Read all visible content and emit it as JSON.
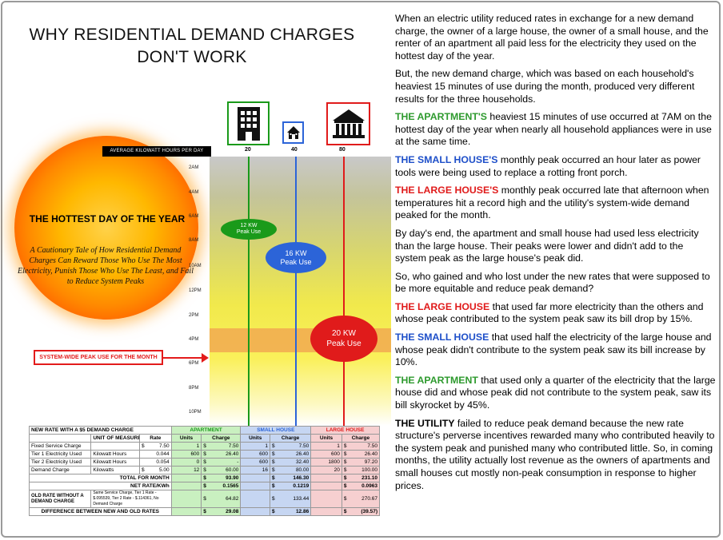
{
  "title_line1": "WHY RESIDENTIAL DEMAND CHARGES",
  "title_line2": "DON'T WORK",
  "sun": {
    "title": "THE HOTTEST DAY OF THE YEAR",
    "subtitle": "A Cautionary Tale of How Residential  Demand Charges Can Reward Those Who Use The Most Electricity, Punish Those Who Use The Least, and Fail to Reduce System Peaks"
  },
  "chart": {
    "kwh_label": "AVERAGE KILOWATT HOURS PER DAY",
    "kwh_values": [
      "20",
      "40",
      "80"
    ],
    "times": [
      "2AM",
      "4AM",
      "6AM",
      "8AM",
      "10AM",
      "12PM",
      "2PM",
      "4PM",
      "6PM",
      "8PM",
      "10PM"
    ],
    "bubbles": {
      "apartment_kw": "12 KW",
      "apartment_sub": "Peak Use",
      "small_kw": "16 KW",
      "small_sub": "Peak Use",
      "large_kw": "20 KW",
      "large_sub": "Peak Use"
    },
    "system_peak_label": "SYSTEM-WIDE PEAK USE FOR THE MONTH",
    "colors": {
      "apartment": "#1a9a1a",
      "small_house": "#2c64d8",
      "large_house": "#e01b1b"
    }
  },
  "icons": {
    "apartment": "apartment-building-icon",
    "small_house": "small-house-icon",
    "large_house": "large-house-icon"
  },
  "table": {
    "header": "NEW RATE WITH A $5 DEMAND CHARGE",
    "apartment": "APARTMENT",
    "small_house": "SMALL HOUSE",
    "large_house": "LARGE HOUSE",
    "unit_of_measure": "UNIT OF MEASURE",
    "rate": "Rate",
    "units": "Units",
    "charge": "Charge",
    "rows": [
      {
        "label": "Fixed Service Charge",
        "unit": "",
        "rate_sym": "$",
        "rate": "7.50",
        "a_units": "1",
        "a_charge": "7.50",
        "s_units": "1",
        "s_charge": "7.50",
        "l_units": "1",
        "l_charge": "7.50"
      },
      {
        "label": "Tier 1 Electricity Used",
        "unit": "Kilowatt Hours",
        "rate_sym": "",
        "rate": "0.044",
        "a_units": "600",
        "a_charge": "26.40",
        "s_units": "600",
        "s_charge": "26.40",
        "l_units": "600",
        "l_charge": "26.40"
      },
      {
        "label": "Tier 2 Electricity Used",
        "unit": "Kilowatt Hours",
        "rate_sym": "",
        "rate": "0.054",
        "a_units": "0",
        "a_charge": "-",
        "s_units": "600",
        "s_charge": "32.40",
        "l_units": "1800",
        "l_charge": "97.20"
      },
      {
        "label": "Demand Charge",
        "unit": "Kilowatts",
        "rate_sym": "$",
        "rate": "5.00",
        "a_units": "12",
        "a_charge": "60.00",
        "s_units": "16",
        "s_charge": "80.00",
        "l_units": "20",
        "l_charge": "100.00"
      }
    ],
    "total_label": "TOTAL FOR MONTH",
    "total": {
      "a": "93.90",
      "s": "146.30",
      "l": "231.10"
    },
    "net_label": "NET RATE/KWh",
    "net": {
      "a": "0.1565",
      "s": "0.1219",
      "l": "0.0963"
    },
    "old_label": "OLD RATE WITHOUT A DEMAND CHARGE",
    "old_desc": "Same Service Charge, Tier 1 Rate - $.095539, Tier 2 Rate - $.114361, No Demand Charge",
    "old": {
      "a": "64.82",
      "s": "133.44",
      "l": "270.67"
    },
    "diff_label": "DIFFERENCE BETWEEN NEW AND OLD RATES",
    "diff": {
      "a": "29.08",
      "s": "12.86",
      "l": "(39.57)"
    },
    "dollar": "$"
  },
  "text": {
    "p1": "When an electric utility reduced rates in exchange for a new  demand charge, the owner of a large house, the owner of a small house, and the renter of an apartment all paid less for the electricity they used on the hottest day of the year.",
    "p2": "But, the new demand charge, which was based on each household's heaviest 15 minutes of use during the month, produced very different results for the three households.",
    "p3_label": "THE APARTMENT'S",
    "p3": " heaviest 15 minutes of use occurred at 7AM on the hottest day of the year when nearly all household appliances were in use at the same time.",
    "p4_label": "THE SMALL HOUSE'S",
    "p4": " monthly peak occurred an hour later as  power tools were being used to replace a rotting front porch.",
    "p5_label": "THE LARGE HOUSE'S",
    "p5": " monthly peak occurred late that afternoon when temperatures hit a record  high and the utility's system-wide demand peaked for the month.",
    "p6": "By day's end, the apartment and small house had used less electricity than the large house. Their peaks were lower and didn't add to the system peak as the large house's peak did.",
    "p7": "So, who gained and who lost under the new rates that were supposed to be more equitable and reduce peak demand?",
    "p8_label": "THE LARGE HOUSE",
    "p8": " that used far more electricity than the others and whose peak contributed to the system peak saw its bill drop by 15%.",
    "p9_label": "THE SMALL HOUSE",
    "p9": " that used half the electricity of the large house and whose peak didn't contribute to the system peak saw its bill increase by 10%.",
    "p10_label": "THE APARTMENT",
    "p10": " that used only a quarter of the electricity that the large house did and whose peak did not contribute to the system peak, saw its bill skyrocket by 45%.",
    "p11_label": "THE UTILITY",
    "p11": " failed to reduce peak demand because the new rate structure's perverse incentives rewarded many who contributed heavily to the system peak and punished many who contributed little. So, in coming months, the utility actually lost revenue as the owners of apartments and small houses cut mostly non-peak consumption in response to higher prices."
  }
}
